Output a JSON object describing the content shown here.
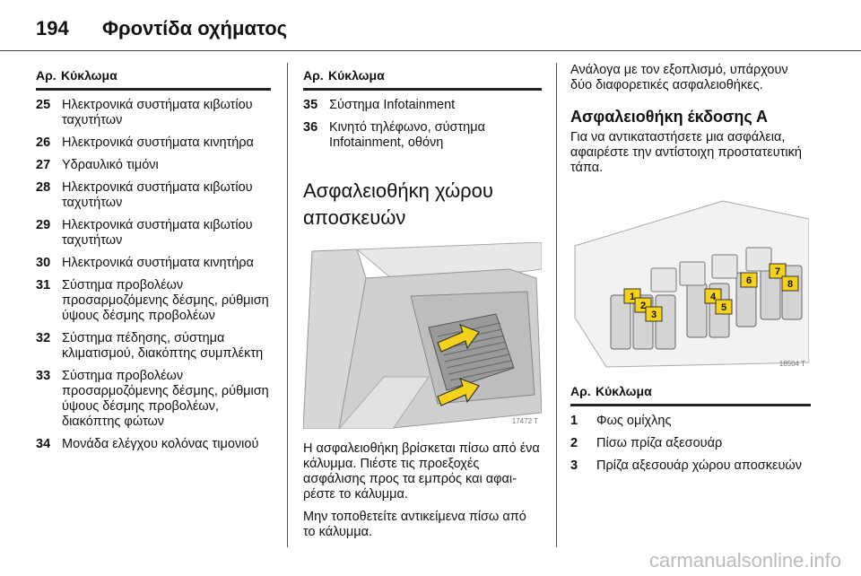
{
  "header": {
    "page_number": "194",
    "title": "Φροντίδα οχήματος"
  },
  "col1": {
    "head_no": "Αρ.",
    "head_circuit": "Κύκλωμα",
    "rows": [
      {
        "no": "25",
        "text": "Ηλεκτρονικά συστήματα κιβωτίου ταχυτήτων"
      },
      {
        "no": "26",
        "text": "Ηλεκτρονικά συστήματα κινητήρα"
      },
      {
        "no": "27",
        "text": "Υδραυλικό τιμόνι"
      },
      {
        "no": "28",
        "text": "Ηλεκτρονικά συστήματα κιβωτίου ταχυτήτων"
      },
      {
        "no": "29",
        "text": "Ηλεκτρονικά συστήματα κιβωτίου ταχυτήτων"
      },
      {
        "no": "30",
        "text": "Ηλεκτρονικά συστήματα κινητήρα"
      },
      {
        "no": "31",
        "text": "Σύστημα προβολέων προσαρμοζόμενης δέσμης, ρύθμιση ύψους δέσμης προβολέων"
      },
      {
        "no": "32",
        "text": "Σύστημα πέδησης, σύστημα κλιματισμού, διακόπτης συμπλέκτη"
      },
      {
        "no": "33",
        "text": "Σύστημα προβολέων προσαρμοζόμενης δέσμης, ρύθμιση ύψους δέσμης προβολέων, διακόπτης φώτων"
      },
      {
        "no": "34",
        "text": "Μονάδα ελέγχου κολόνας τιμονιού"
      }
    ]
  },
  "col2": {
    "head_no": "Αρ.",
    "head_circuit": "Κύκλωμα",
    "rows": [
      {
        "no": "35",
        "text": "Σύστημα Infotainment"
      },
      {
        "no": "36",
        "text": "Κινητό τηλέφωνο, σύστημα Infotainment, οθόνη"
      }
    ],
    "section_title": "Ασφαλειοθήκη χώρου αποσκευών",
    "figure_code": "17472 T",
    "para1": "Η ασφαλειοθήκη βρίσκεται πίσω από ένα κάλυμμα. Πιέστε τις προεξοχές ασφάλισης προς τα εμπρός και αφαι­ρέστε το κάλυμμα.",
    "para2": "Μην τοποθετείτε αντικείμενα πίσω από το κάλυμμα."
  },
  "col3": {
    "intro": "Ανάλογα με τον εξοπλισμό, υπάρ­χουν δύο διαφορετικές ασφαλειοθή­κες.",
    "subtitle": "Ασφαλειοθήκη έκδοσης Α",
    "para": "Για να αντικαταστήσετε μια ασφάλεια, αφαιρέστε την αντίστοιχη προστατευ­τική τάπα.",
    "figure_code": "18504 T",
    "fuse_labels": [
      "1",
      "2",
      "3",
      "4",
      "5",
      "6",
      "7",
      "8"
    ],
    "head_no": "Αρ.",
    "head_circuit": "Κύκλωμα",
    "rows": [
      {
        "no": "1",
        "text": "Φως ομίχλης"
      },
      {
        "no": "2",
        "text": "Πίσω πρίζα αξεσουάρ"
      },
      {
        "no": "3",
        "text": "Πρίζα αξεσουάρ χώρου αποσκευών"
      }
    ]
  },
  "watermark": "carmanualsonline.info",
  "colors": {
    "label_yellow": "#f5d21a",
    "arrow_yellow": "#f5d21a"
  }
}
